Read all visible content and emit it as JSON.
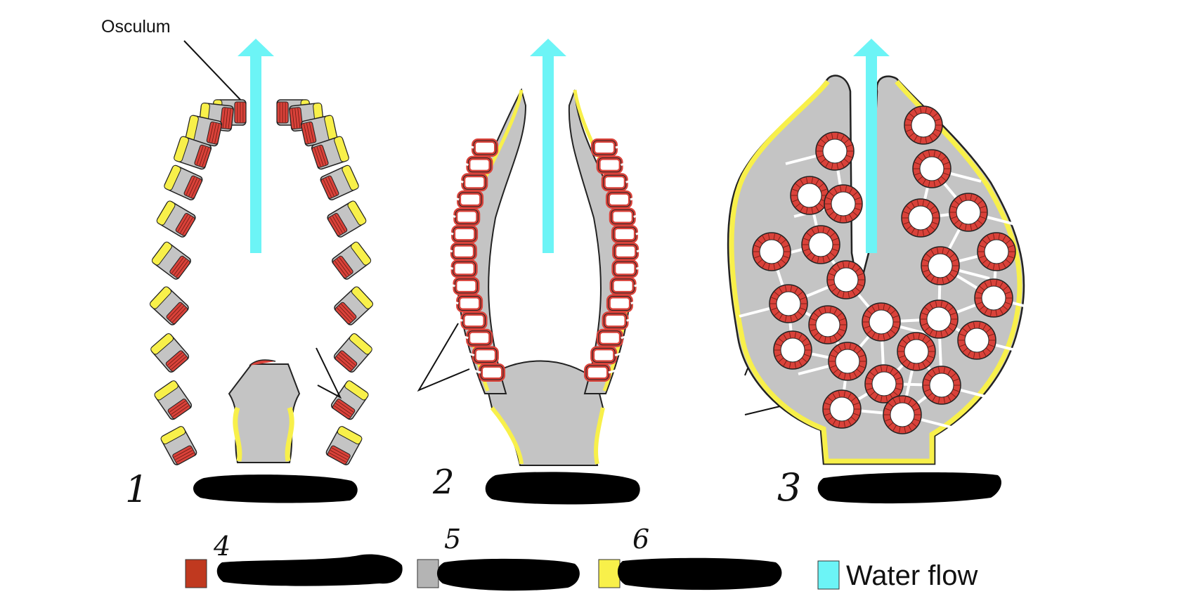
{
  "diagram": {
    "osculum_label": "Osculum",
    "figures": [
      {
        "number": "1"
      },
      {
        "number": "2"
      },
      {
        "number": "3"
      }
    ],
    "legend": [
      {
        "number": "4",
        "color": "#c0391f"
      },
      {
        "number": "5",
        "color": "#b4b4b4"
      },
      {
        "number": "6",
        "color": "#f8f04a"
      },
      {
        "color": "#6cf4f6",
        "label": "Water flow"
      }
    ],
    "colors": {
      "mesohyl": "#c4c4c4",
      "pinacoderm": "#f8f04a",
      "choanocyte": "#d9423a",
      "water_flow": "#6cf4f6",
      "redaction": "#000000"
    }
  }
}
